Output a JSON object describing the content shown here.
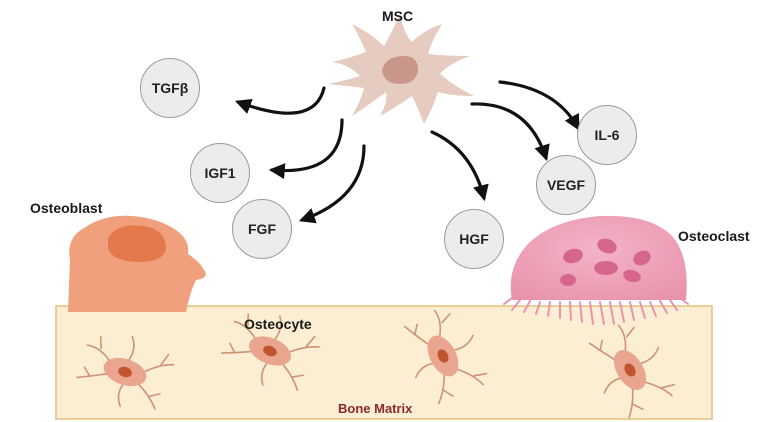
{
  "colors": {
    "msc": "#e6cbc0",
    "msc_nucleus": "#c9968a",
    "osteoblast": "#f0a07d",
    "osteoblast_nucleus": "#e47a4c",
    "osteoclast": "#ea93ad",
    "osteoclast_nucleus": "#d6678a",
    "matrix_fill": "#fbeed3",
    "matrix_border": "#e3c27a",
    "matrix_label": "#8a2a2a",
    "osteocyte_body": "#e9a58d",
    "osteocyte_nucleus": "#c0542e",
    "factor_fill": "#ececec"
  },
  "labels": {
    "msc": "MSC",
    "osteoblast": "Osteoblast",
    "osteoclast": "Osteoclast",
    "osteocyte": "Osteocyte",
    "bone_matrix": "Bone Matrix"
  },
  "factors": {
    "tgfb": "TGFβ",
    "igf1": "IGF1",
    "fgf": "FGF",
    "hgf": "HGF",
    "vegf": "VEGF",
    "il6": "IL-6"
  }
}
